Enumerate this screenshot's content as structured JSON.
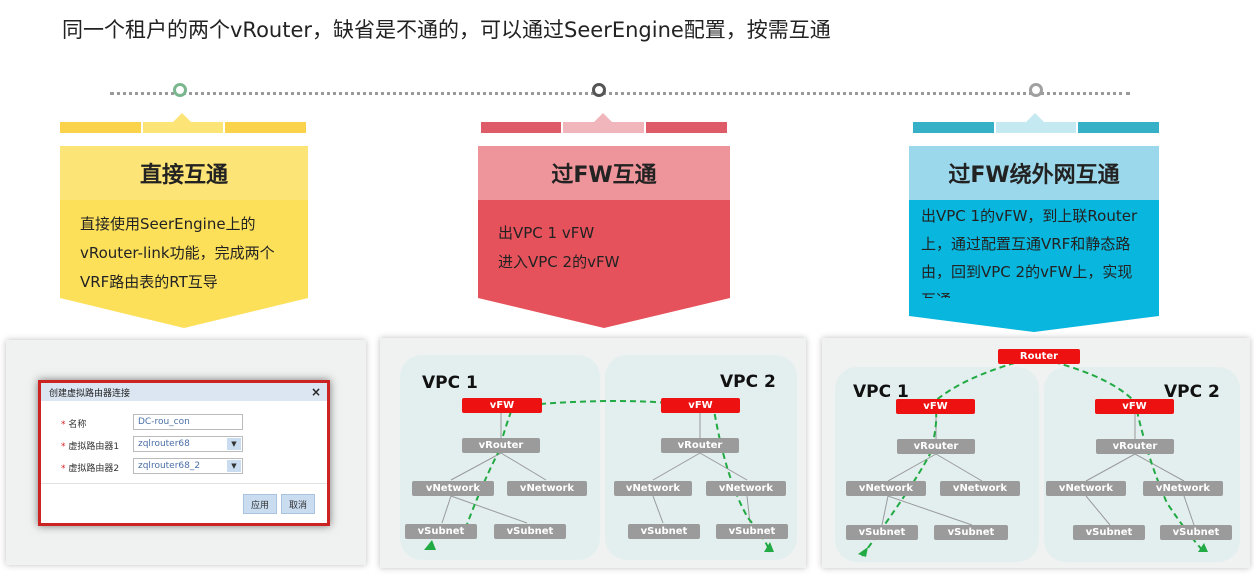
{
  "title": "同一个租户的两个vRouter，缺省是不通的，可以通过SeerEngine配置，按需互通",
  "colors": {
    "yellow_head": "#fde476",
    "yellow_body": "#fde05a",
    "yellow_seg": "#fbd24b",
    "red_head": "#ed959a",
    "red_body": "#e6525c",
    "red_seg": "#de5b68",
    "blue_head": "#9cd8ec",
    "blue_body": "#09b6de",
    "blue_seg": "#36b0c7",
    "node1": "#7ab78f",
    "node2": "#555555",
    "node3": "#a0a0a0"
  },
  "cards": [
    {
      "heading": "直接互通",
      "lines": [
        "直接使用SeerEngine上的",
        "vRouter-link功能，完成两个",
        "VRF路由表的RT互导"
      ]
    },
    {
      "heading": "过FW互通",
      "lines": [
        "出VPC 1 vFW",
        "进入VPC 2的vFW"
      ]
    },
    {
      "heading": "过FW绕外网互通",
      "lines": [
        "出VPC 1的vFW，到上联Router",
        "上，通过配置互通VRF和静态路",
        "由，回到VPC 2的vFW上，实现",
        "互通"
      ]
    }
  ],
  "dialog": {
    "title": "创建虚拟路由器连接",
    "close": "×",
    "fields": [
      {
        "label": "名称",
        "value": "DC-rou_con"
      },
      {
        "label": "虚拟路由器1",
        "value": "zqlrouter68"
      },
      {
        "label": "虚拟路由器2",
        "value": "zqlrouter68_2"
      }
    ],
    "ok": "应用",
    "cancel": "取消"
  },
  "diagram": {
    "vpc1": "VPC 1",
    "vpc2": "VPC 2",
    "vfw": "vFW",
    "vrouter": "vRouter",
    "vnetwork": "vNetwork",
    "vsubnet": "vSubnet",
    "router": "Router"
  }
}
